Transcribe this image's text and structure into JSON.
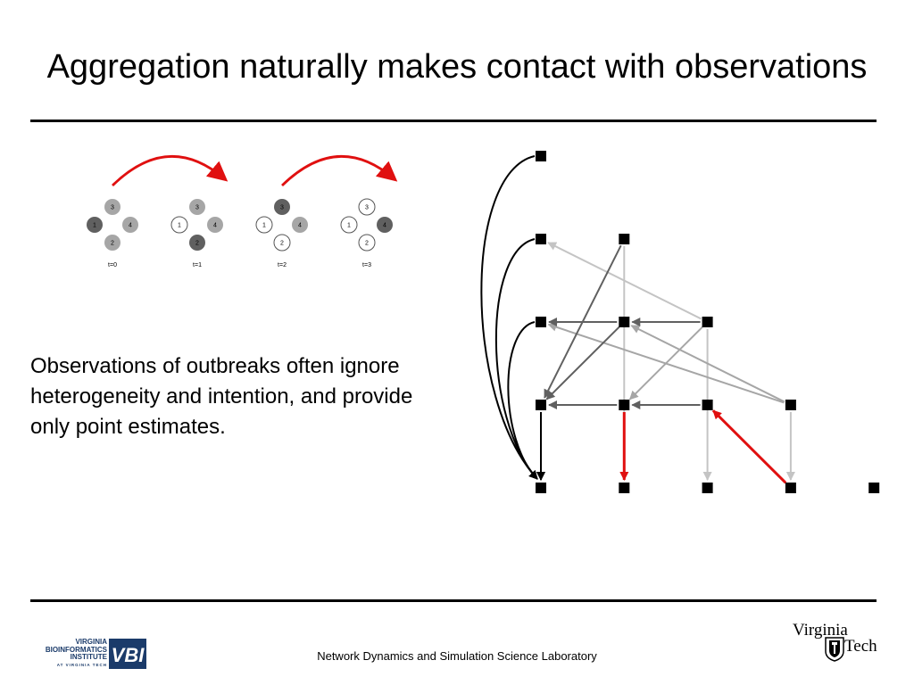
{
  "slide": {
    "title": "Aggregation naturally makes contact with observations",
    "body": "Observations of outbreaks often ignore heterogeneity and intention, and provide only point estimates.",
    "footer": "Network Dynamics and Simulation Science Laboratory"
  },
  "logos": {
    "vbi_lines": [
      "VIRGINIA",
      "BIOINFORMATICS",
      "INSTITUTE"
    ],
    "vbi_tagline": "AT VIRGINIA TECH",
    "vbi_mark": "VBI",
    "vt_word1": "Virginia",
    "vt_word2": "Tech"
  },
  "colors": {
    "red": "#e01010",
    "dark": "#606060",
    "mid": "#a6a6a6",
    "light": "#c4c4c4",
    "black": "#000000"
  },
  "mini_panels": [
    {
      "label": "t=0",
      "fills": {
        "1": "dark",
        "2": "mid",
        "3": "mid",
        "4": "mid"
      }
    },
    {
      "label": "t=1",
      "fills": {
        "1": "white",
        "2": "dark",
        "3": "mid",
        "4": "mid"
      }
    },
    {
      "label": "t=2",
      "fills": {
        "1": "white",
        "2": "white",
        "3": "dark",
        "4": "mid"
      }
    },
    {
      "label": "t=3",
      "fills": {
        "1": "white",
        "2": "white",
        "3": "white",
        "4": "dark"
      }
    }
  ],
  "mini_arrows": [
    {
      "from": 0,
      "to": 1
    },
    {
      "from": 2,
      "to": 3
    }
  ],
  "graph": {
    "rows": [
      {
        "cols": [
          0
        ]
      },
      {
        "cols": [
          0,
          1
        ]
      },
      {
        "cols": [
          0,
          1,
          2
        ]
      },
      {
        "cols": [
          0,
          1,
          2,
          3
        ]
      },
      {
        "cols": [
          0,
          1,
          2,
          3,
          4
        ]
      }
    ],
    "edges": [
      {
        "from": [
          4,
          3
        ],
        "to": [
          3,
          2
        ],
        "color": "red"
      },
      {
        "from": [
          3,
          1
        ],
        "to": [
          4,
          1
        ],
        "color": "red"
      },
      {
        "from": [
          2,
          1
        ],
        "to": [
          2,
          0
        ],
        "color": "dark"
      },
      {
        "from": [
          2,
          2
        ],
        "to": [
          2,
          1
        ],
        "color": "dark"
      },
      {
        "from": [
          3,
          1
        ],
        "to": [
          3,
          0
        ],
        "color": "dark"
      },
      {
        "from": [
          3,
          2
        ],
        "to": [
          3,
          1
        ],
        "color": "dark"
      },
      {
        "from": [
          1,
          1
        ],
        "to": [
          3,
          0
        ],
        "color": "dark"
      },
      {
        "from": [
          2,
          1
        ],
        "to": [
          3,
          0
        ],
        "color": "dark"
      },
      {
        "from": [
          3,
          0
        ],
        "to": [
          4,
          0
        ],
        "color": "black"
      },
      {
        "from": [
          2,
          2
        ],
        "to": [
          3,
          1
        ],
        "color": "mid"
      },
      {
        "from": [
          3,
          3
        ],
        "to": [
          2,
          0
        ],
        "color": "mid"
      },
      {
        "from": [
          3,
          3
        ],
        "to": [
          2,
          1
        ],
        "color": "mid"
      },
      {
        "from": [
          2,
          2
        ],
        "to": [
          1,
          0
        ],
        "color": "light"
      },
      {
        "from": [
          1,
          1
        ],
        "to": [
          4,
          1
        ],
        "color": "light"
      },
      {
        "from": [
          2,
          2
        ],
        "to": [
          4,
          2
        ],
        "color": "light"
      },
      {
        "from": [
          3,
          3
        ],
        "to": [
          4,
          3
        ],
        "color": "light"
      },
      {
        "from": [
          0,
          0
        ],
        "to": [
          4,
          0
        ],
        "color": "black",
        "curve": 80
      },
      {
        "from": [
          1,
          0
        ],
        "to": [
          4,
          0
        ],
        "color": "black",
        "curve": 58
      },
      {
        "from": [
          2,
          0
        ],
        "to": [
          4,
          0
        ],
        "color": "black",
        "curve": 40
      },
      {
        "from": [
          3,
          0
        ],
        "to": [
          4,
          0
        ],
        "color": "black",
        "curve": 0
      }
    ]
  }
}
